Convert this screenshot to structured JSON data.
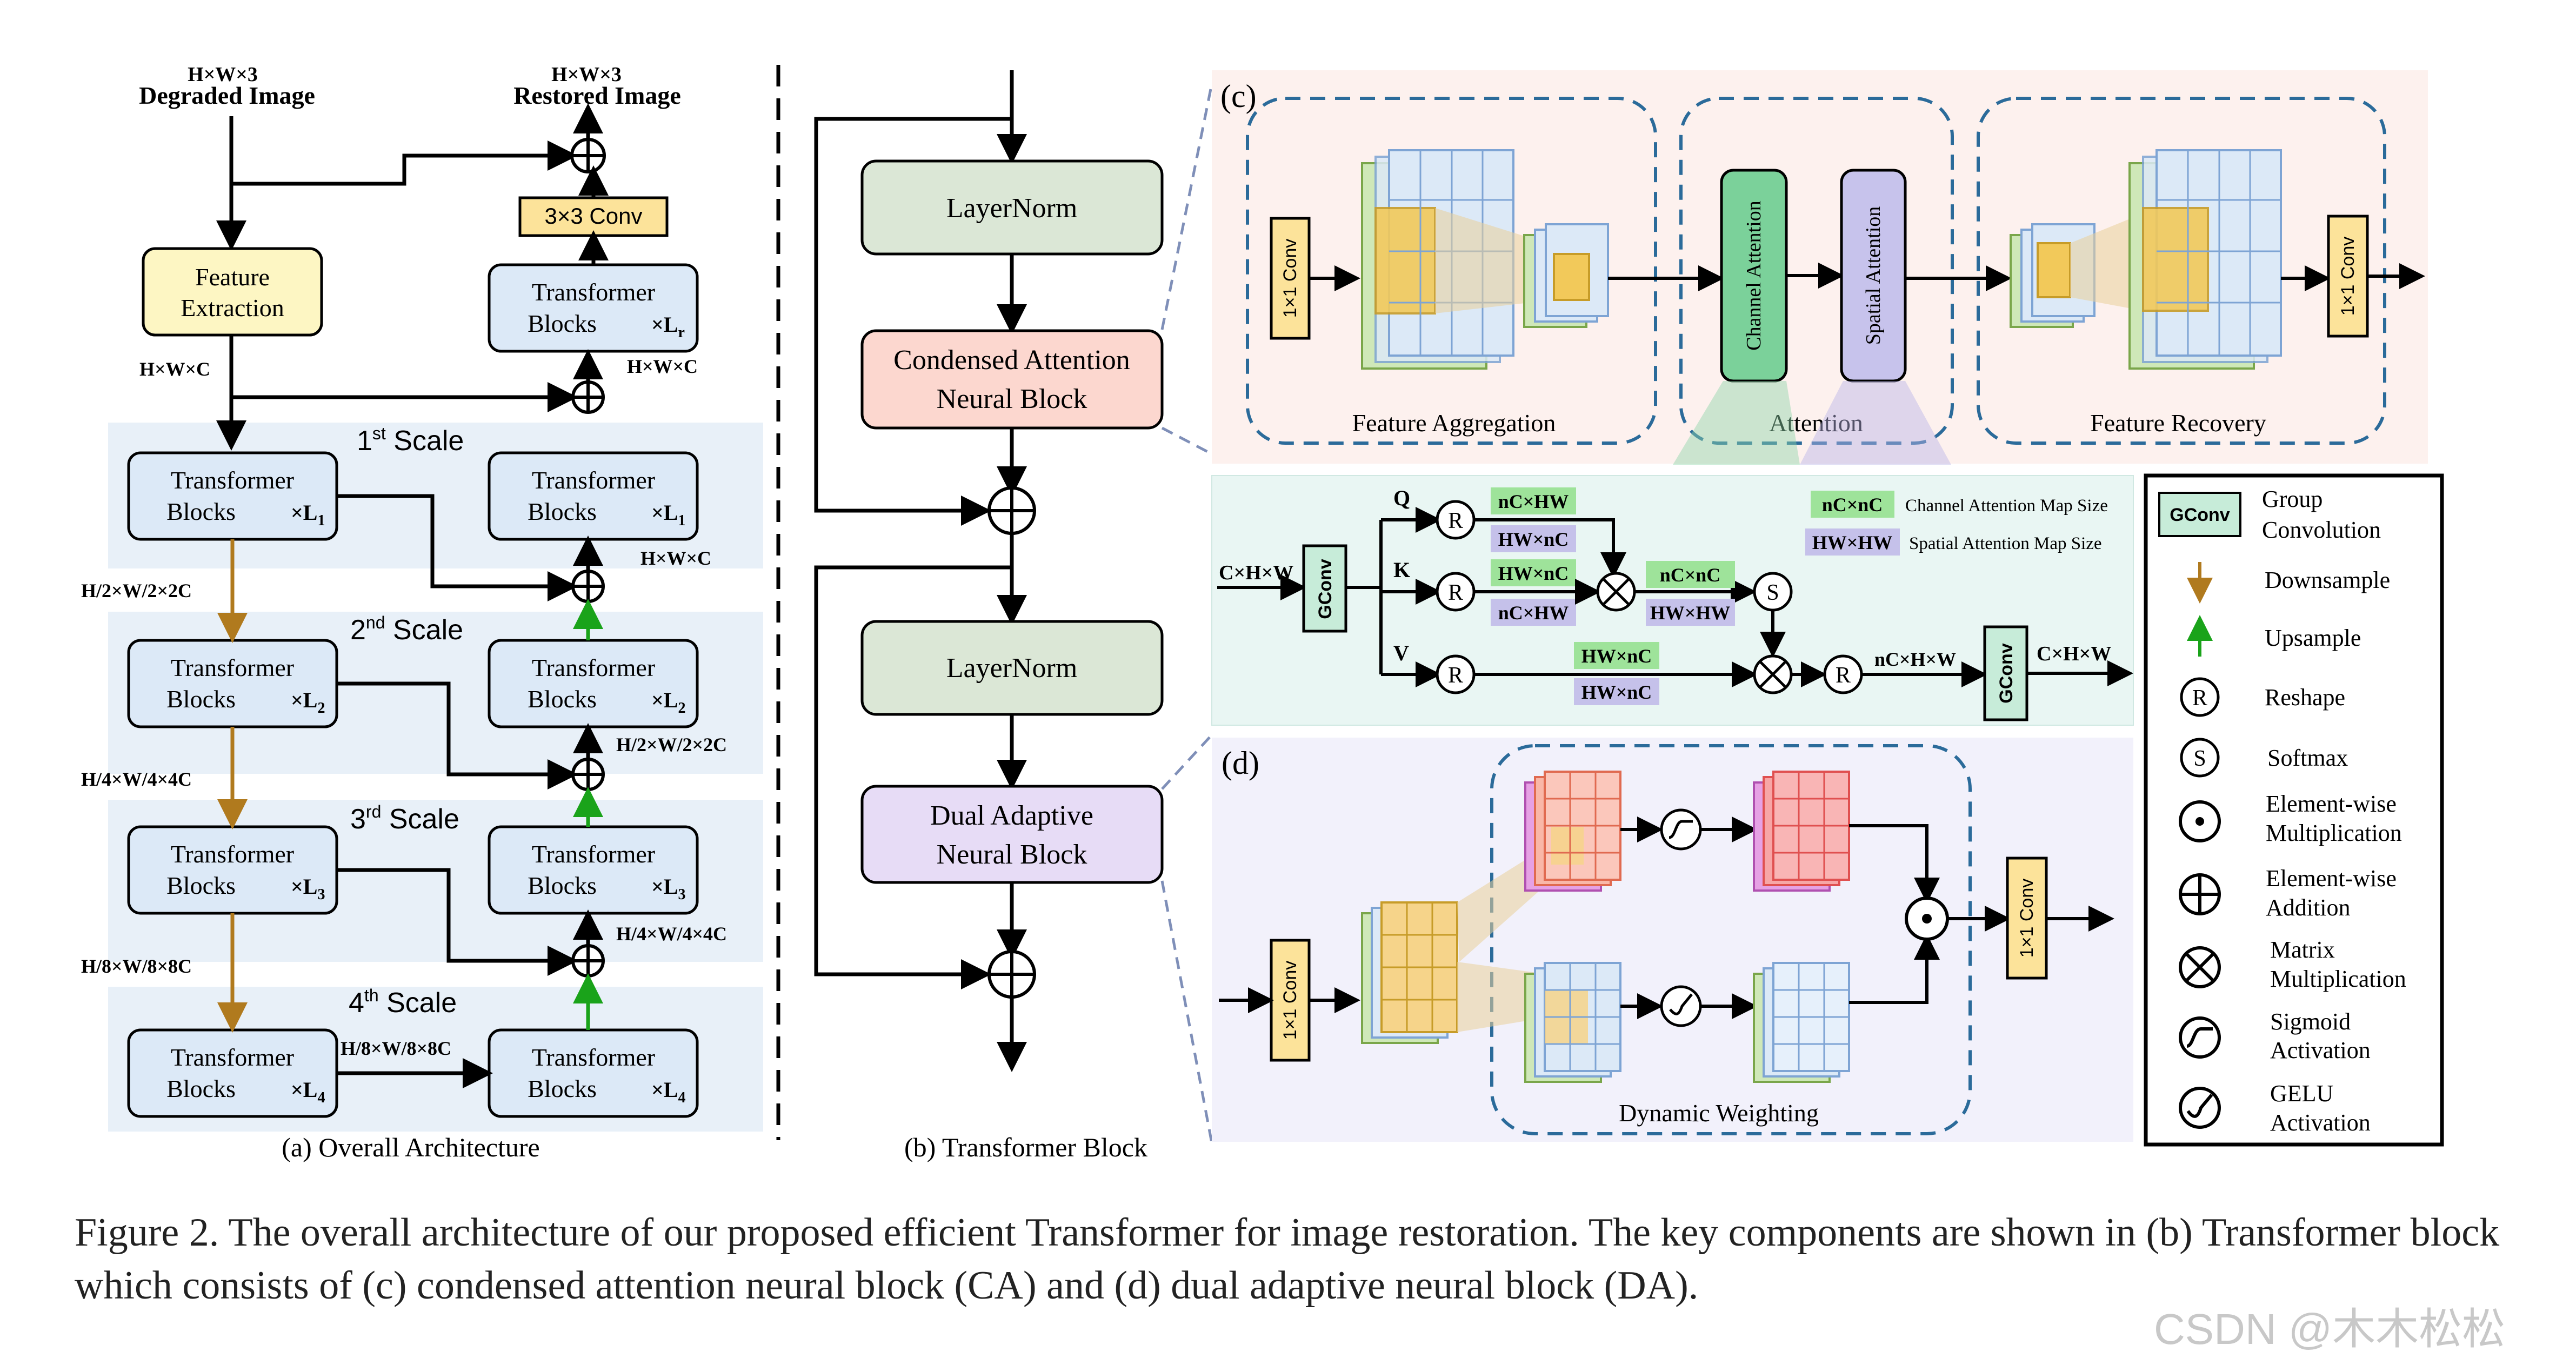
{
  "overall": {
    "input_dim": "H×W×3",
    "input_label": "Degraded Image",
    "output_dim": "H×W×3",
    "output_label": "Restored Image",
    "conv_label": "3×3 Conv",
    "feature_extraction": [
      "Feature",
      "Extraction"
    ],
    "hwc": "H×W×C",
    "hwc_right_1": "H×W×C",
    "hwc_right_2": "H×W×C",
    "block_line1": "Transformer",
    "block_line2": "Blocks",
    "mult": "×",
    "L1": "L",
    "subs": [
      "r",
      "1",
      "1",
      "2",
      "2",
      "3",
      "3",
      "4",
      "4"
    ],
    "scales": [
      {
        "num": "1",
        "sup": "st",
        "word": "Scale"
      },
      {
        "num": "2",
        "sup": "nd",
        "word": "Scale"
      },
      {
        "num": "3",
        "sup": "rd",
        "word": "Scale"
      },
      {
        "num": "4",
        "sup": "th",
        "word": "Scale"
      }
    ],
    "down_dims": [
      "H/2×W/2×2C",
      "H/4×W/4×4C",
      "H/8×W/8×8C"
    ],
    "skip_dims": [
      "H/2×W/2×2C",
      "H/4×W/4×4C"
    ],
    "bottom_dim": "H/8×W/8×8C",
    "caption": "(a) Overall Architecture"
  },
  "transformer_block": {
    "layernorm1": "LayerNorm",
    "ca": [
      "Condensed Attention",
      "Neural Block"
    ],
    "layernorm2": "LayerNorm",
    "da": [
      "Dual Adaptive",
      "Neural Block"
    ],
    "caption": "(b) Transformer Block"
  },
  "panel_c": {
    "tag": "(c)",
    "conv": "1×1 Conv",
    "feature_aggregation": "Feature Aggregation",
    "channel_attention": "Channel Attention",
    "spatial_attention": "Spatial Attention",
    "attention": "Attention",
    "feature_recovery": "Feature Recovery",
    "input": "C×H×W",
    "gconv": "GConv",
    "q": "Q",
    "k": "K",
    "v": "V",
    "r": "R",
    "s": "S",
    "nchw_1": "nC×HW",
    "hwnc_1": "HW×nC",
    "hwnc_2": "HW×nC",
    "nchw_2": "nC×HW",
    "ncnc": "nC×nC",
    "hwhw": "HW×HW",
    "hwnc_3": "HW×nC",
    "hwnc_4": "HW×nC",
    "nchw_out": "nC×H×W",
    "output": "C×H×W",
    "legend_ncnc": "nC×nC",
    "legend_ncnc_text": "Channel Attention Map Size",
    "legend_hwhw": "HW×HW",
    "legend_hwhw_text": "Spatial Attention Map Size"
  },
  "panel_d": {
    "tag": "(d)",
    "conv": "1×1 Conv",
    "dynamic_weighting": "Dynamic Weighting",
    "conv_out": "1×1 Conv"
  },
  "legend": {
    "gconv": "GConv",
    "items": [
      {
        "label": [
          "Group",
          "Convolution"
        ]
      },
      {
        "label": [
          "Downsample"
        ]
      },
      {
        "label": [
          "Upsample"
        ]
      },
      {
        "label": [
          "Reshape"
        ],
        "glyph": "R"
      },
      {
        "label": [
          "Softmax"
        ],
        "glyph": "S"
      },
      {
        "label": [
          "Element-wise",
          "Multiplication"
        ]
      },
      {
        "label": [
          "Element-wise",
          "Addition"
        ]
      },
      {
        "label": [
          "Matrix",
          "Multiplication"
        ]
      },
      {
        "label": [
          "Sigmoid",
          "Activation"
        ]
      },
      {
        "label": [
          "GELU",
          "Activation"
        ]
      }
    ]
  },
  "caption": "Figure 2.  The overall architecture of our proposed efficient Transformer for image restoration.  The key components are shown in (b) Transformer block which consists of (c) condensed attention neural block (CA) and (d) dual adaptive neural block (DA).",
  "watermark": "CSDN @木木松松",
  "colors": {
    "scale_bg": "#e8f0f8",
    "block_fill": "#dce9f7",
    "feature_fill": "#fdf6c3",
    "conv_fill": "#fce39a",
    "layernorm_fill": "#dbe7d6",
    "ca_fill": "#fcd7cf",
    "da_fill": "#e7dcf6",
    "panel_c_bg": "#fdf1ee",
    "attn_bg": "#e9f6f3",
    "panel_d_bg": "#f2f1fb",
    "down_arrow": "#b07a1e",
    "up_arrow": "#1aa31a"
  }
}
